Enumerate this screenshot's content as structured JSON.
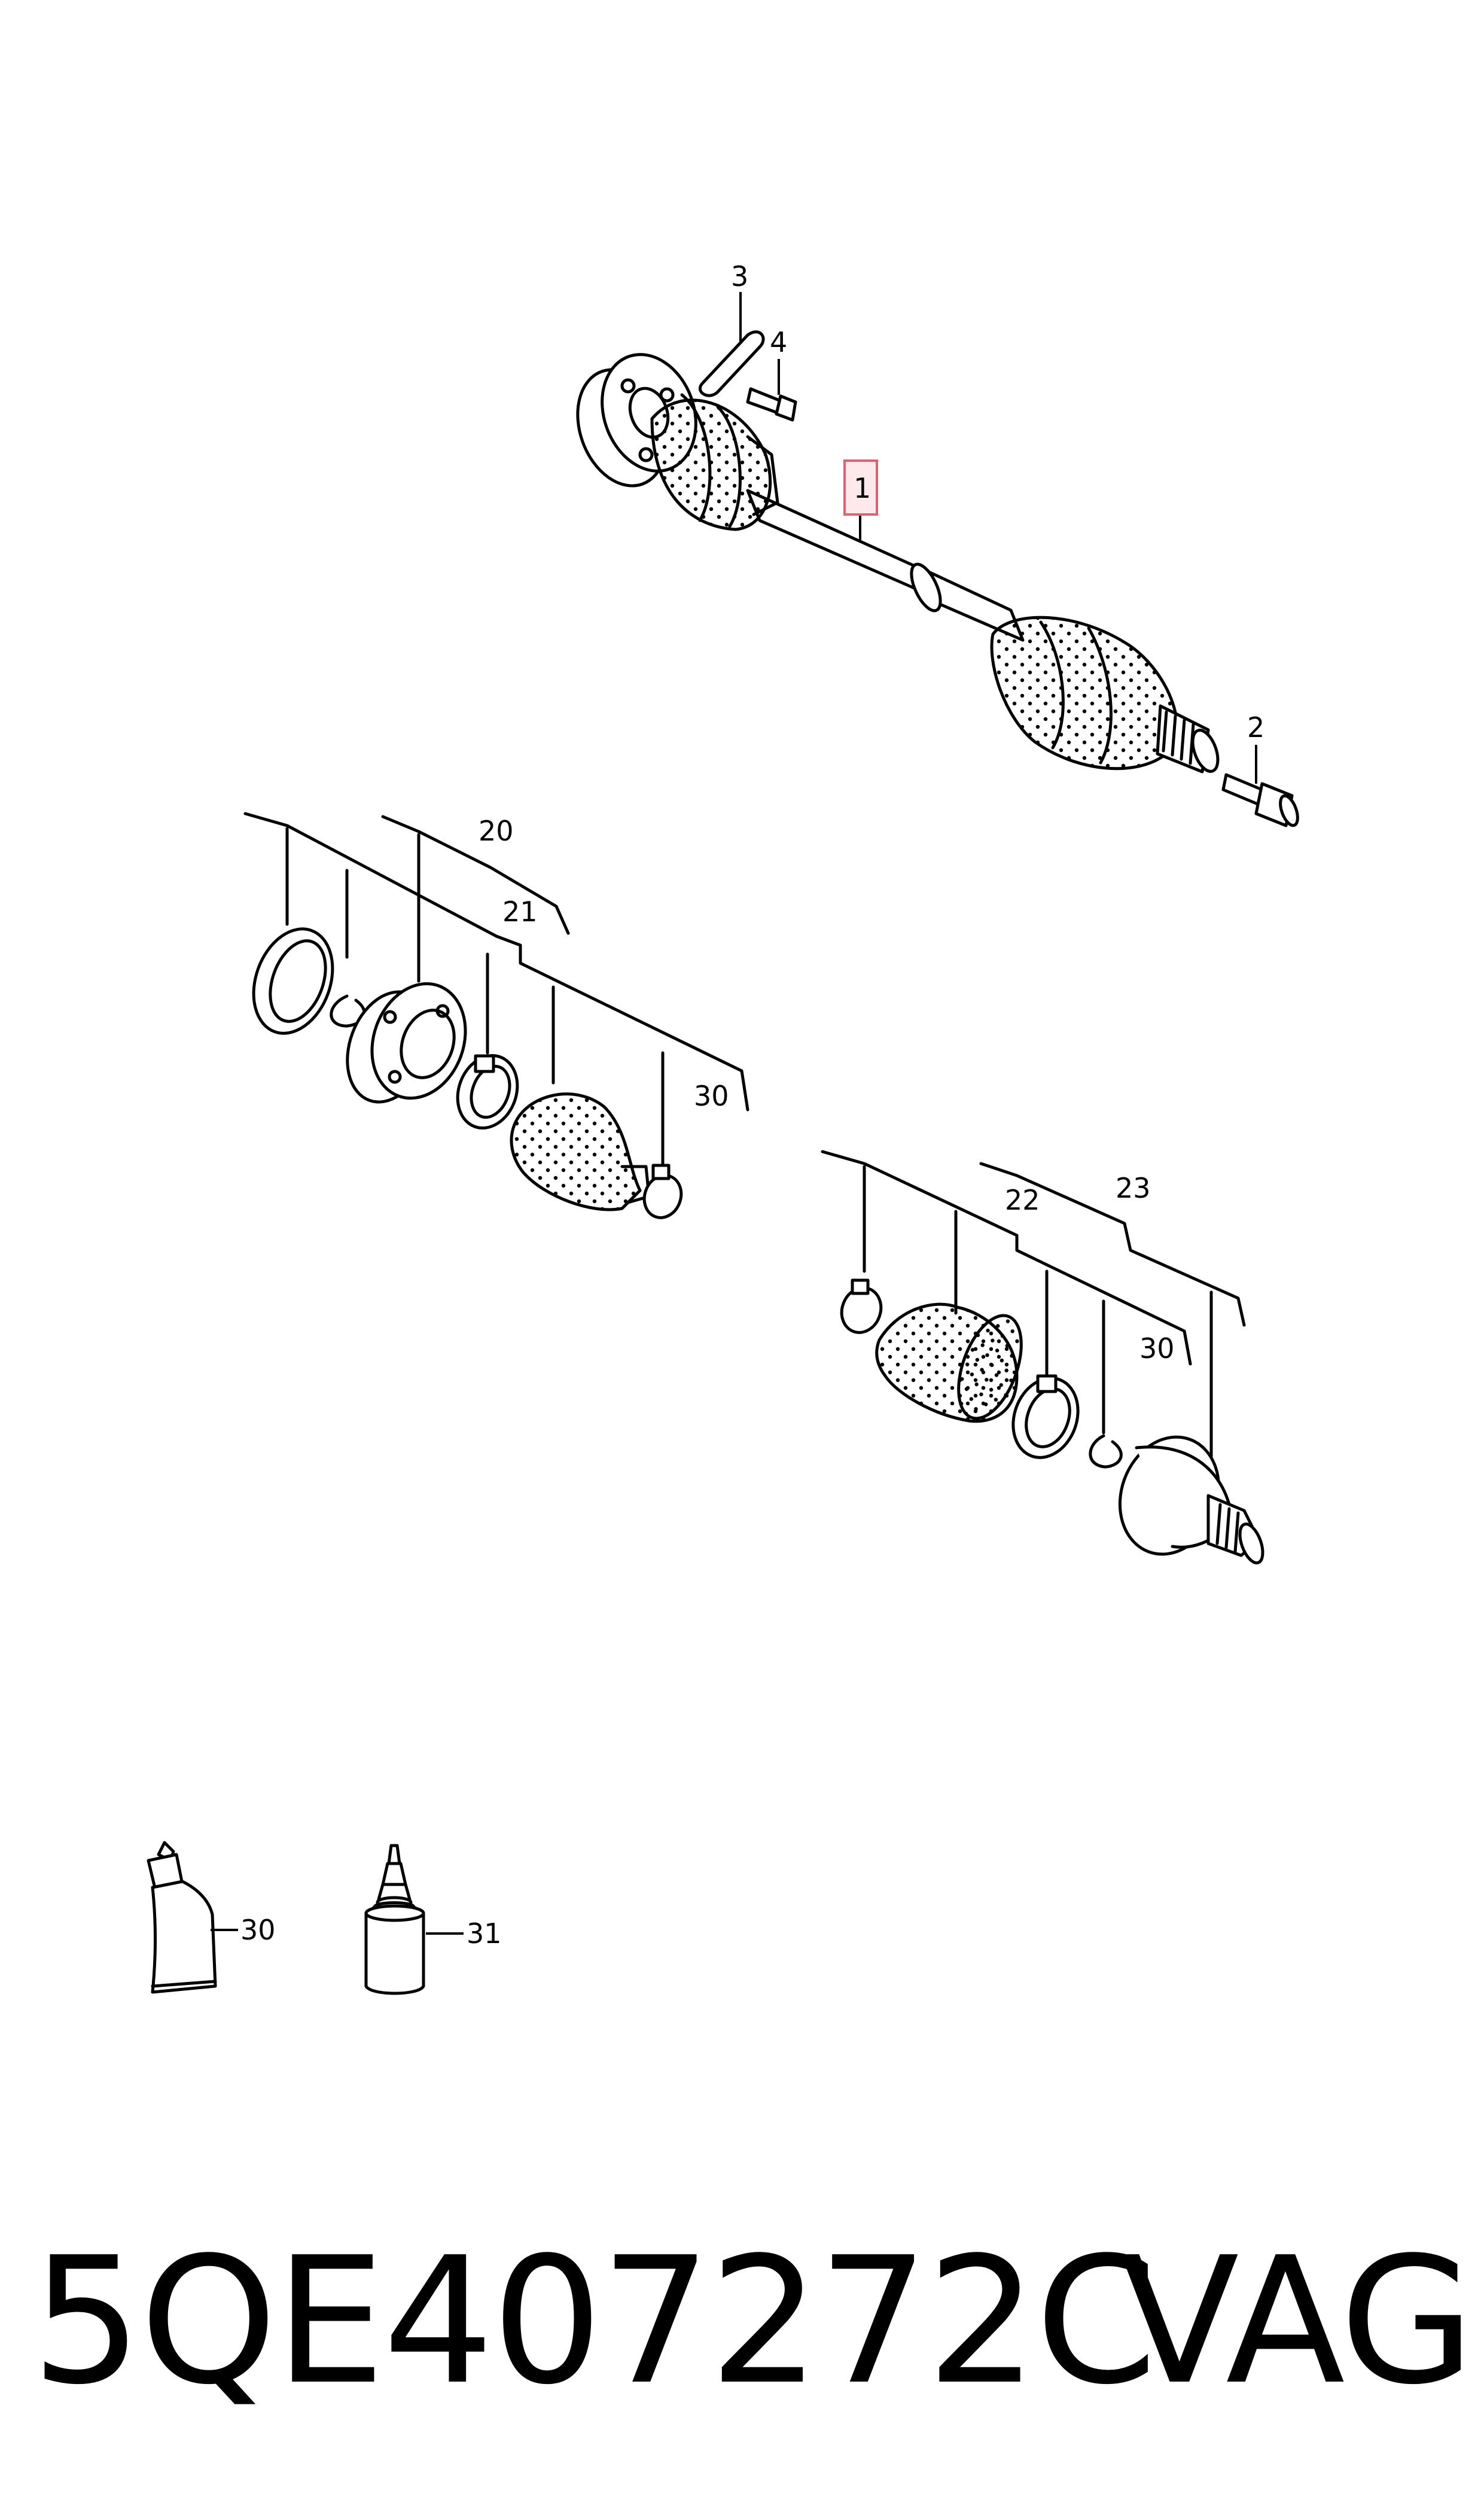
{
  "callouts": {
    "c1": "1",
    "c2": "2",
    "c3": "3",
    "c4": "4",
    "c20": "20",
    "c21": "21",
    "c30a": "30",
    "c22": "22",
    "c23": "23",
    "c30b": "30",
    "c30c": "30",
    "c31": "31"
  },
  "footer": {
    "part_number": "5QE407272C",
    "brand": "VAG"
  },
  "colors": {
    "ink": "#000000",
    "highlight_border": "#e06070",
    "highlight_fill": "#fde8ec"
  }
}
